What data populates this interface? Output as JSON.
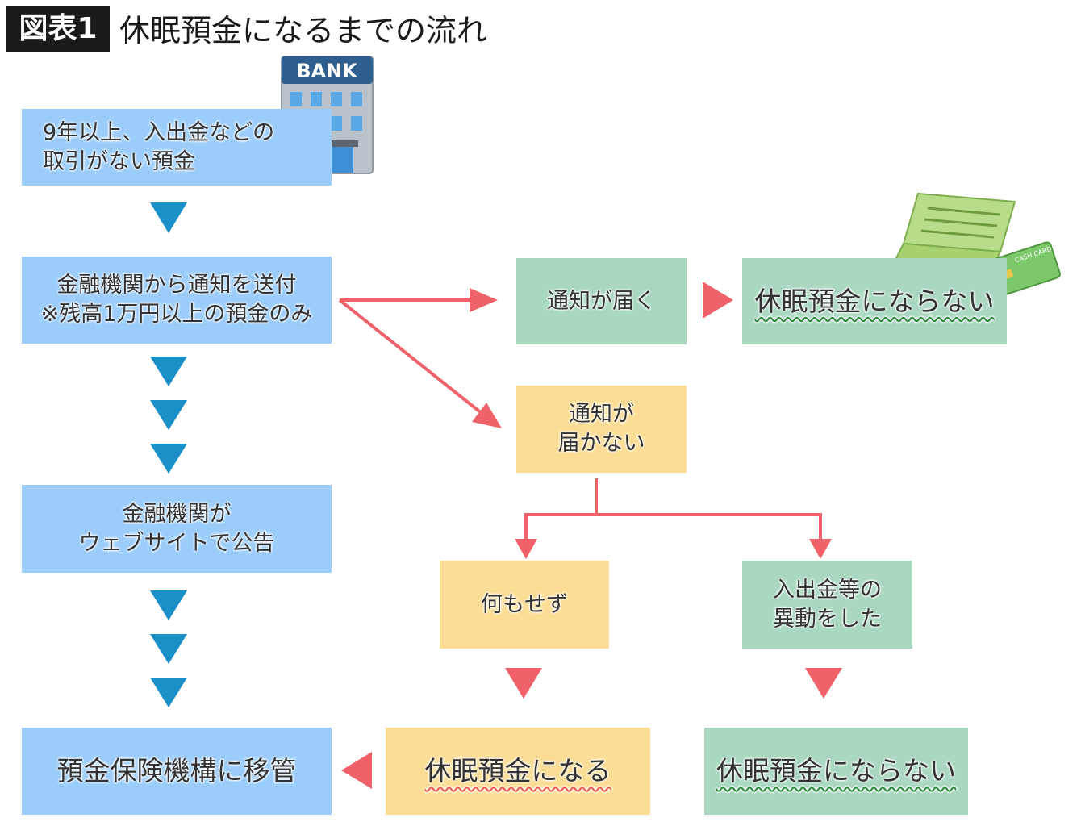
{
  "header": {
    "badge": "図表1",
    "title": "休眠預金になるまでの流れ"
  },
  "illustrations": {
    "bank_sign": "BANK",
    "card_label": "CASH CARD"
  },
  "boxes": {
    "dormant_condition": {
      "line1": "9年以上、入出金などの",
      "line2": "取引がない預金"
    },
    "notice_sent": {
      "line1": "金融機関から通知を送付",
      "line2": "※残高1万円以上の預金のみ"
    },
    "website_notice": {
      "line1": "金融機関が",
      "line2": "ウェブサイトで公告"
    },
    "transfer": {
      "text": "預金保険機構に移管"
    },
    "notice_arrives": {
      "text": "通知が届く"
    },
    "not_dormant_top": {
      "text": "休眠預金にならない"
    },
    "notice_not_arrive": {
      "line1": "通知が",
      "line2": "届かない"
    },
    "do_nothing": {
      "text": "何もせず"
    },
    "activity": {
      "line1": "入出金等の",
      "line2": "異動をした"
    },
    "becomes_dormant": {
      "text": "休眠預金になる"
    },
    "not_dormant_bottom": {
      "text": "休眠預金にならない"
    }
  },
  "colors": {
    "blue_box": "#9ccdfa",
    "green_box": "#a9d7bf",
    "yellow_box": "#fcdd95",
    "blue_arrow": "#1a8fc8",
    "red_arrow": "#f0626a"
  }
}
